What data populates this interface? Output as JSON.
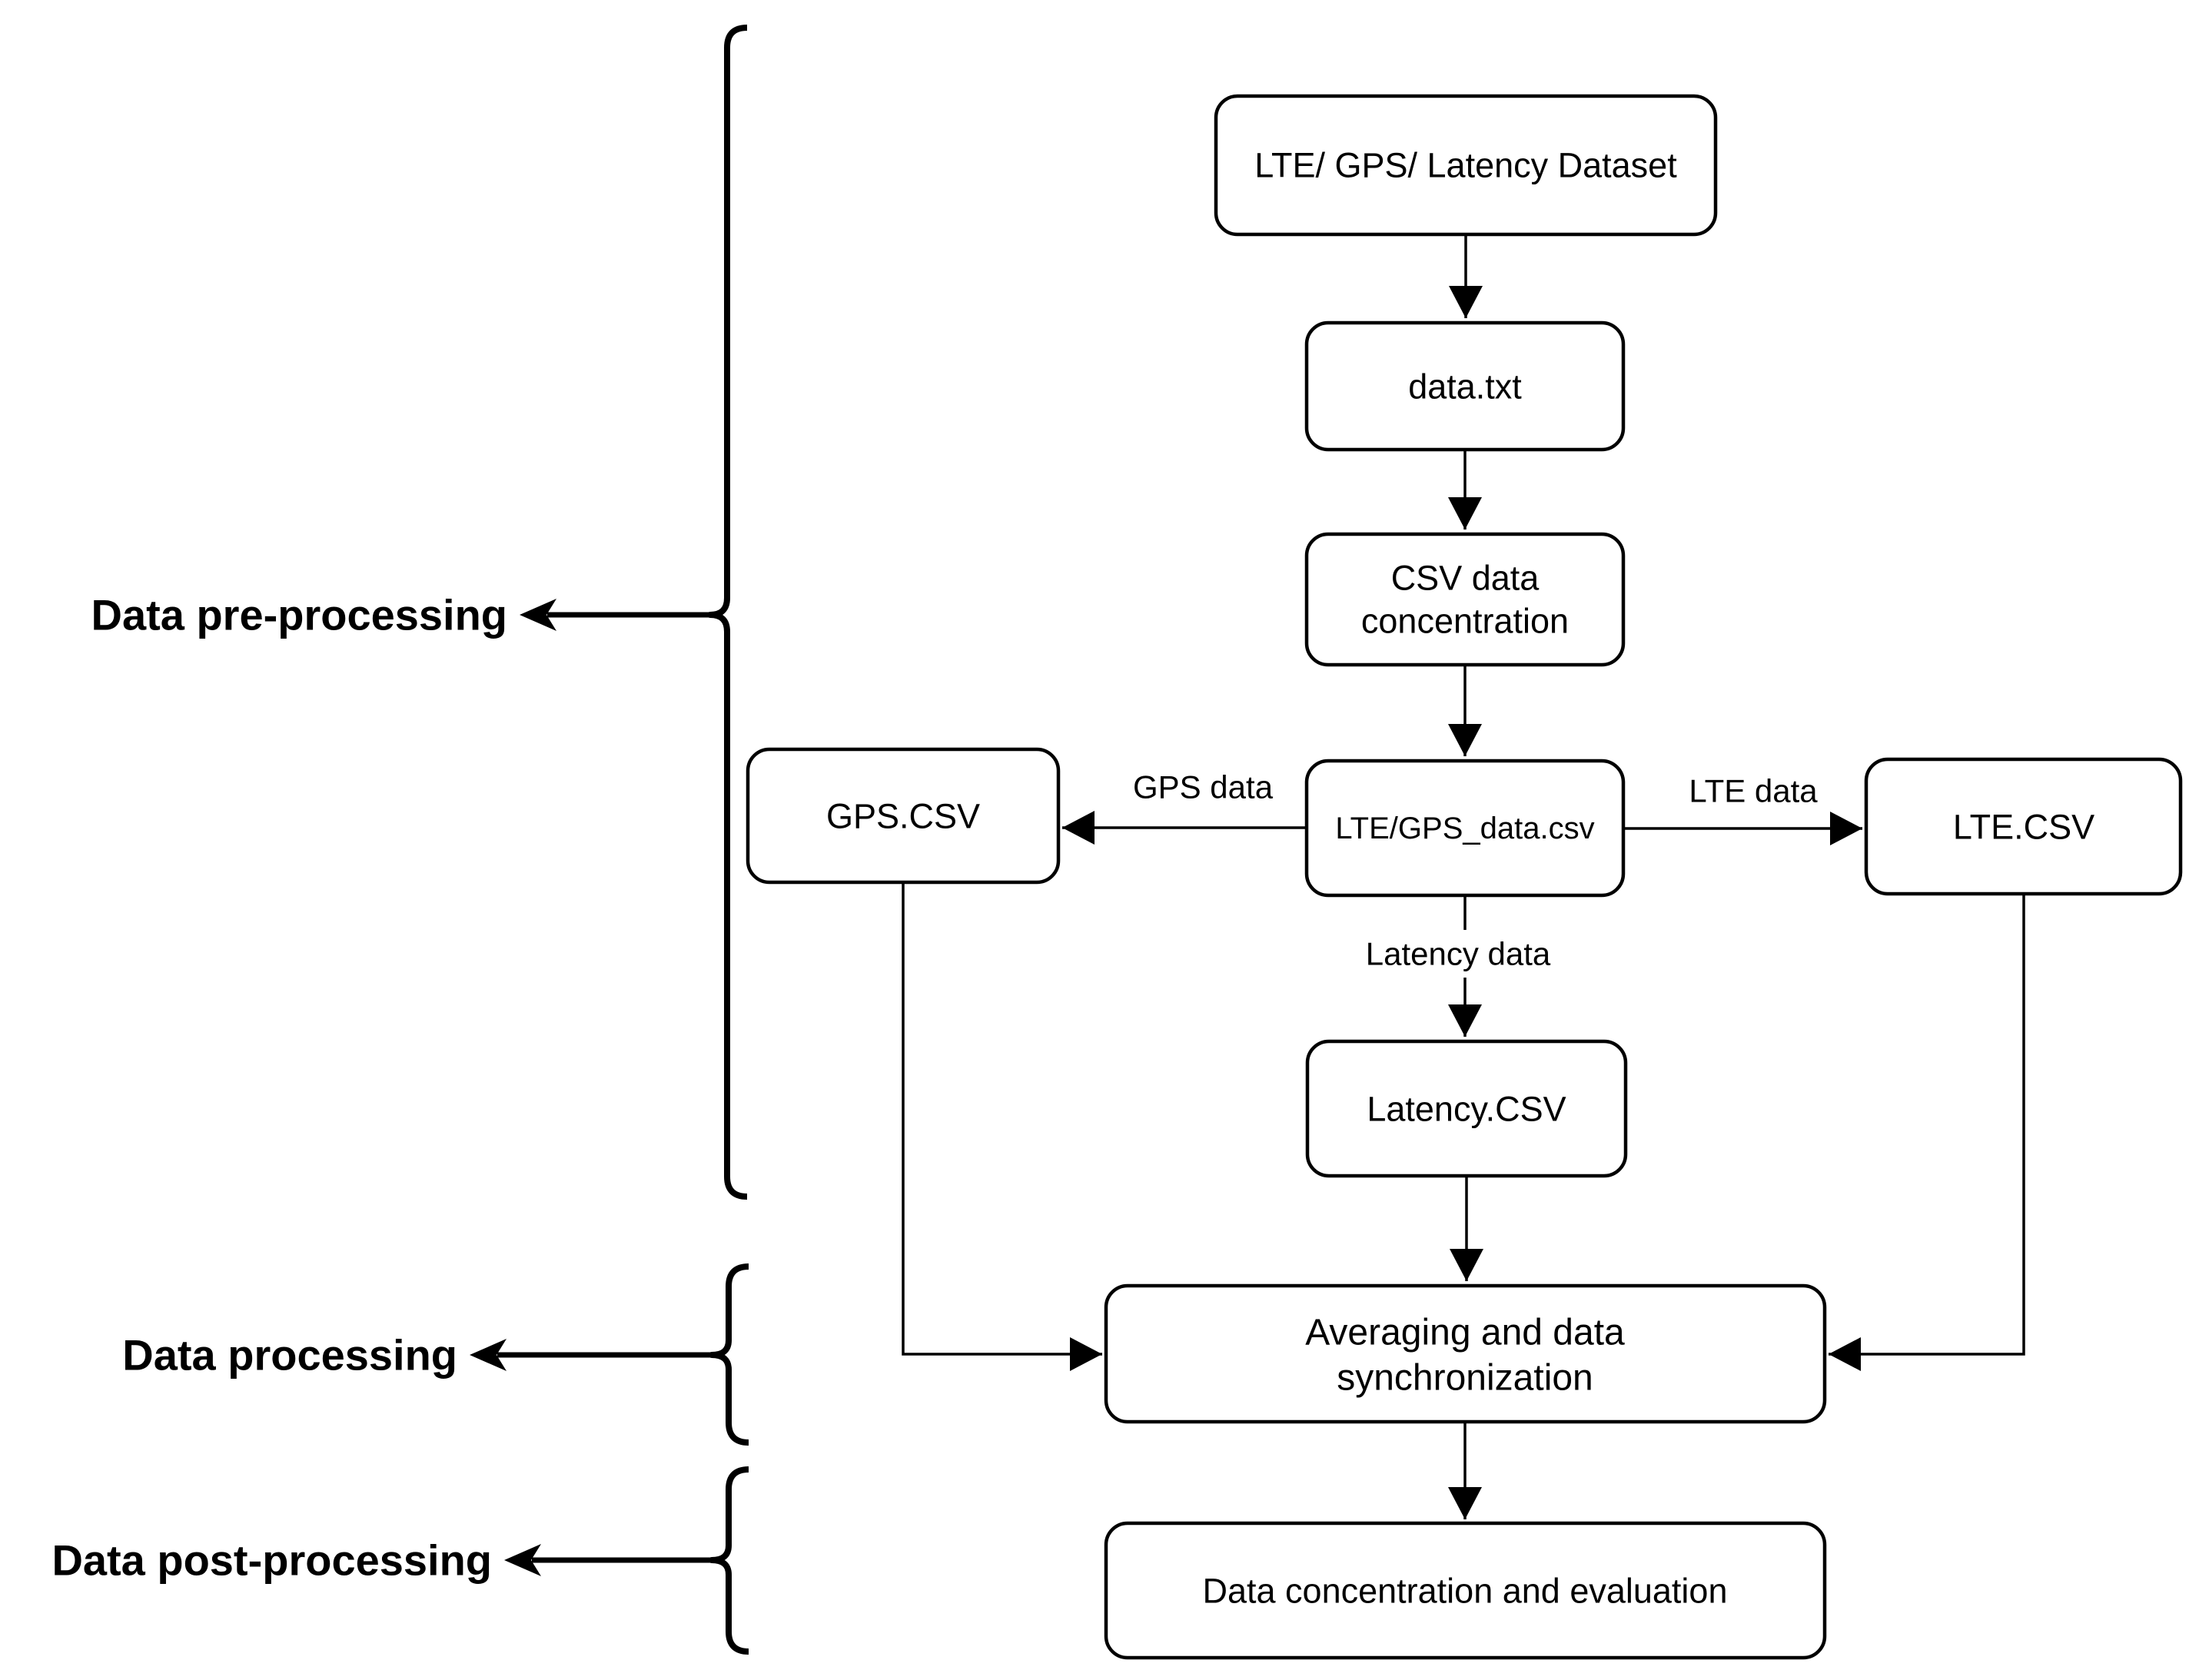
{
  "nodes": {
    "dataset": "LTE/ GPS/ Latency Dataset",
    "data_txt": "data.txt",
    "csv_concentration": {
      "line1": "CSV data",
      "line2": "concentration"
    },
    "lte_gps_csv": "LTE/GPS_data.csv",
    "gps_csv": "GPS.CSV",
    "lte_csv": "LTE.CSV",
    "latency_csv": "Latency.CSV",
    "averaging": {
      "line1": "Averaging and data",
      "line2": "synchronization"
    },
    "evaluation": "Data concentration and evaluation"
  },
  "edge_labels": {
    "gps": "GPS data",
    "lte": "LTE data",
    "latency": "Latency data"
  },
  "stages": {
    "pre": "Data pre-processing",
    "processing": "Data processing",
    "post": "Data post-processing"
  },
  "colors": {
    "stroke": "#000000",
    "background": "#ffffff"
  }
}
